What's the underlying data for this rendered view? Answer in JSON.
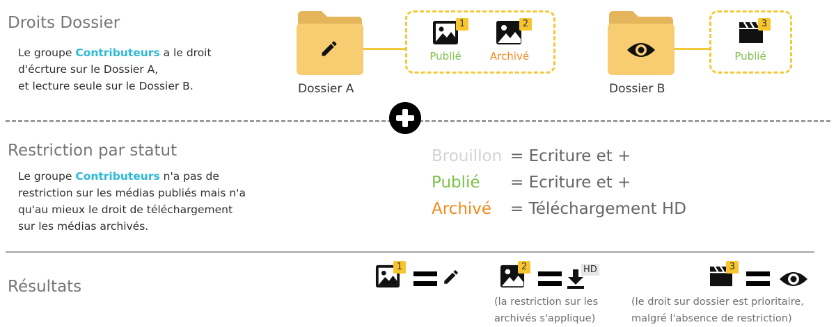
{
  "section_rights": {
    "title": "Droits Dossier",
    "text": {
      "line1_pre": "Le groupe ",
      "group": "Contributeurs",
      "line1_post": " a le droit",
      "line2": "d'écrture sur le Dossier A,",
      "line3": "et lecture seule sur le Dossier B."
    },
    "folder_a": {
      "label": "Dossier A",
      "icon": "pencil-icon",
      "medias": [
        {
          "number": "1",
          "icon": "image-icon",
          "status": "Publié"
        },
        {
          "number": "2",
          "icon": "image-icon",
          "status": "Archivé"
        }
      ]
    },
    "folder_b": {
      "label": "Dossier B",
      "icon": "eye-icon",
      "medias": [
        {
          "number": "3",
          "icon": "video-icon",
          "status": "Publié"
        }
      ]
    }
  },
  "section_status": {
    "title": "Restriction par statut",
    "text": {
      "line1_pre": "Le groupe ",
      "group": "Contributeurs",
      "line1_post": " n'a pas de",
      "line2": "restriction sur les médias publiés mais n'a",
      "line3": "qu'au mieux le droit de téléchargement",
      "line4": "sur les médias archivés."
    },
    "legend": [
      {
        "status": "Brouillon",
        "rule": "= Ecriture et +",
        "color": "#d3d3d3"
      },
      {
        "status": "Publié",
        "rule": "= Ecriture et +",
        "color": "#7dc24a"
      },
      {
        "status": "Archivé",
        "rule": "= Téléchargement HD",
        "color": "#f08a1c"
      }
    ]
  },
  "section_results": {
    "title": "Résultats",
    "results": [
      {
        "number": "1",
        "icon": "image-icon",
        "result_icon": "pencil-icon"
      },
      {
        "number": "2",
        "icon": "image-icon",
        "result_icon": "download-hd-icon",
        "hd": "HD",
        "note_line1": "(la restriction sur les",
        "note_line2": "archivés s'applique)"
      },
      {
        "number": "3",
        "icon": "video-icon",
        "result_icon": "eye-icon",
        "note_line1": "(le droit sur dossier est prioritaire,",
        "note_line2": "malgré l'absence de restriction)"
      }
    ]
  },
  "colors": {
    "accent": "#2bb9d6",
    "folder": "#f8cd72",
    "folder_tab": "#e4b55a",
    "badge": "#f7c62f",
    "publie": "#7dc24a",
    "archive": "#f08a1c",
    "brouillon": "#d3d3d3"
  }
}
